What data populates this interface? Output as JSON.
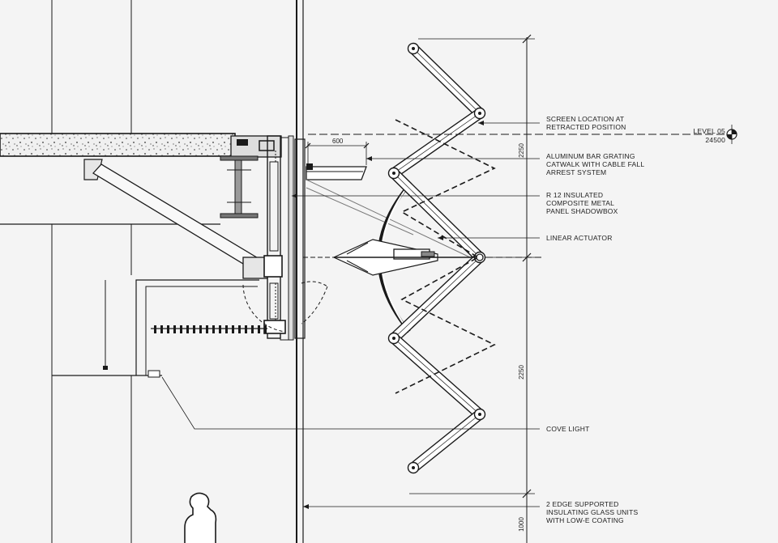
{
  "callouts": [
    {
      "lines": [
        "SCREEN LOCATION AT",
        "RETRACTED POSITION"
      ]
    },
    {
      "lines": [
        "ALUMINUM  BAR GRATING",
        "CATWALK WITH CABLE FALL",
        "ARREST SYSTEM"
      ]
    },
    {
      "lines": [
        "R 12 INSULATED",
        "COMPOSITE METAL",
        "PANEL SHADOWBOX"
      ]
    },
    {
      "lines": [
        "LINEAR ACTUATOR"
      ]
    },
    {
      "lines": [
        "COVE LIGHT"
      ]
    },
    {
      "lines": [
        "2 EDGE SUPPORTED",
        "INSULATING GLASS UNITS",
        "WITH LOW-E COATING"
      ]
    }
  ],
  "level_marker": {
    "label": "LEVEL 05",
    "elevation": "24500"
  },
  "dimensions": {
    "catwalk_width": "600",
    "upper_span": "2250",
    "lower_span": "2250",
    "bottom_span": "1000"
  }
}
